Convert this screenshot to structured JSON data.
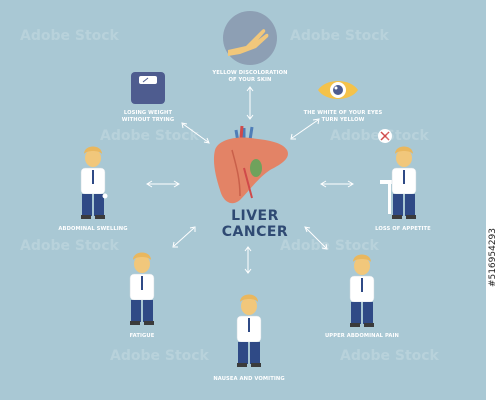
{
  "title": "LIVER CANCER",
  "labels": {
    "yellow_skin": [
      "YELLOW DISCOLORATION",
      "OF YOUR SKIN"
    ],
    "losing_weight": [
      "LOSING WEIGHT",
      "WITHOUT TRYING"
    ],
    "eyes": [
      "THE WHITE OF YOUR EYES",
      "TURN YELLOW"
    ],
    "abdominal_swelling": [
      "ABDOMINAL SWELLING"
    ],
    "loss_appetite": [
      "LOSS OF APPETITE"
    ],
    "fatigue": [
      "FATIGUE"
    ],
    "upper_pain": [
      "UPPER ABDOMINAL PAIN"
    ],
    "nausea": [
      "NAUSEA AND VOMITING"
    ]
  },
  "stock_id": "#516954293",
  "watermark_text": "Adobe Stock",
  "colors": {
    "background": "#a9c8d4",
    "liver": "#e38366",
    "liver_dark": "#c9604a",
    "title": "#2f4a73",
    "shirt": "#ffffff",
    "pants": "#2f4a86",
    "hair": "#e9b75e",
    "skin": "#f1c77b",
    "eye_ring": "#f4c24a",
    "scale": "#4e5c8f",
    "circle": "#8d9fb4"
  },
  "icons": [
    "hand-icon",
    "eye-icon",
    "scale-icon",
    "no-food-icon",
    "liver-icon"
  ]
}
